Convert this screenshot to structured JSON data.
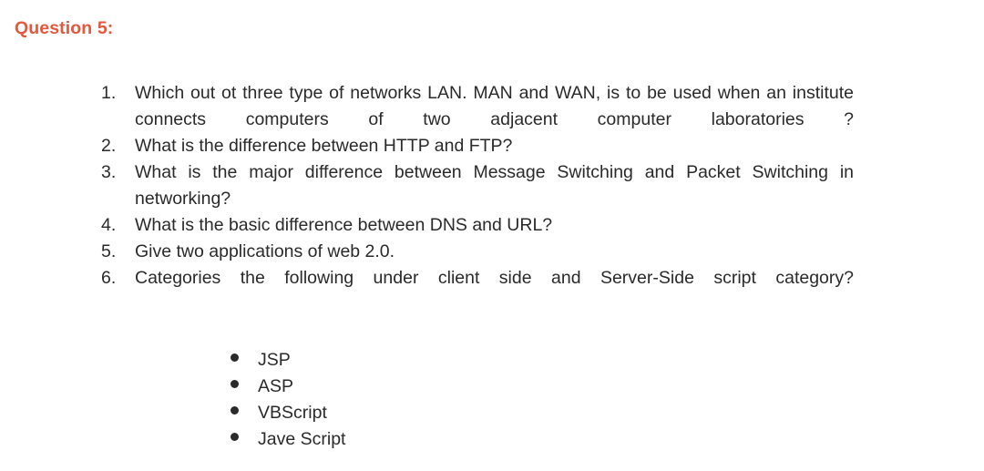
{
  "heading": {
    "text": "Question 5:",
    "color": "#e4583b"
  },
  "colors": {
    "background": "#ffffff",
    "body_text": "#2a2a2a",
    "heading_accent": "#e4583b"
  },
  "questions": [
    {
      "number": "1.",
      "text": "Which out ot three type of networks LAN. MAN and WAN, is to be used when an institute connects computers of two adjacent computer laboratories ?"
    },
    {
      "number": "2.",
      "text": "What is the difference between HTTP and FTP?"
    },
    {
      "number": "3.",
      "text": "What is the major difference between Message Switching and Packet Switching in networking?"
    },
    {
      "number": "4.",
      "text": "What is the basic difference between DNS and URL?"
    },
    {
      "number": "5.",
      "text": "Give two applications of web 2.0."
    },
    {
      "number": "6.",
      "text": "Categories the following under client side and Server-Side script category?"
    }
  ],
  "sub_bullets": [
    {
      "label": "JSP"
    },
    {
      "label": "ASP"
    },
    {
      "label": "VBScript"
    },
    {
      "label": "Jave Script"
    }
  ]
}
